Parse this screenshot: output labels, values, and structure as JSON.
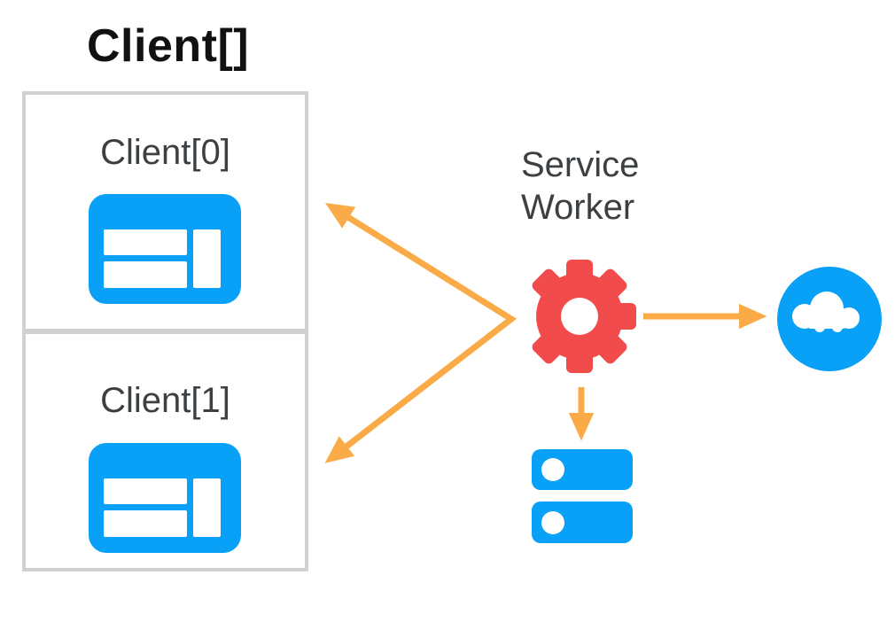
{
  "title": "Client[]",
  "clients": [
    {
      "label": "Client[0]",
      "icon": "browser-window-icon"
    },
    {
      "label": "Client[1]",
      "icon": "browser-window-icon"
    }
  ],
  "service_worker": {
    "label": "Service Worker",
    "icon": "gear-icon"
  },
  "network": {
    "icon": "cloud-icon"
  },
  "storage": {
    "icon": "database-icon"
  },
  "arrows": [
    {
      "name": "service-worker-to-clients",
      "direction": "left",
      "heads": 2
    },
    {
      "name": "service-worker-to-network",
      "direction": "right",
      "heads": 1
    },
    {
      "name": "service-worker-to-storage",
      "direction": "down",
      "heads": 1
    }
  ],
  "colors": {
    "blue": "#09A0F7",
    "red": "#F14B4B",
    "orange": "#FAAB47",
    "border_gray": "#D1D1D1",
    "label_gray": "#3C4043",
    "title_color": "#111111",
    "background": "#FFFFFF",
    "white": "#FFFFFF"
  }
}
